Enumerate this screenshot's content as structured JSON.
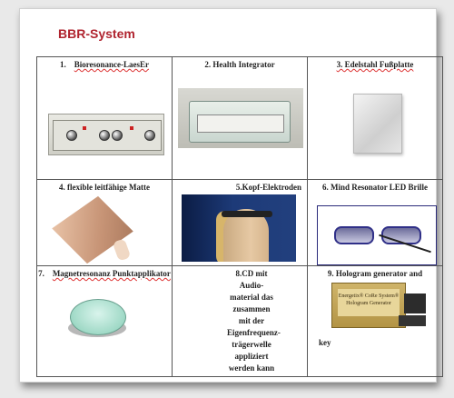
{
  "document": {
    "title": "BBR-System"
  },
  "cells": [
    {
      "caption_num": "1.",
      "caption": "Bioresonance-LaesEr"
    },
    {
      "caption": "2. Health Integrator"
    },
    {
      "caption": "3. Edelstahl Fußplatte"
    },
    {
      "caption": "4. flexible leitfähige Matte"
    },
    {
      "caption": "5.Kopf-Elektroden"
    },
    {
      "caption": "6. Mind Resonator LED Brille"
    },
    {
      "caption_num": "7.",
      "caption": "Magnetresonanz Punktapplikator"
    },
    {
      "caption": "8.CD mit Audio-material das zusammen mit der Eigenfrequenz-trägerwelle appliziert werden kann"
    },
    {
      "caption": "9. Hologram generator and",
      "caption_tail": "key"
    }
  ],
  "usb_label": {
    "line1": "Energetix® CoRe System®",
    "line2": "Hologram Generator"
  }
}
